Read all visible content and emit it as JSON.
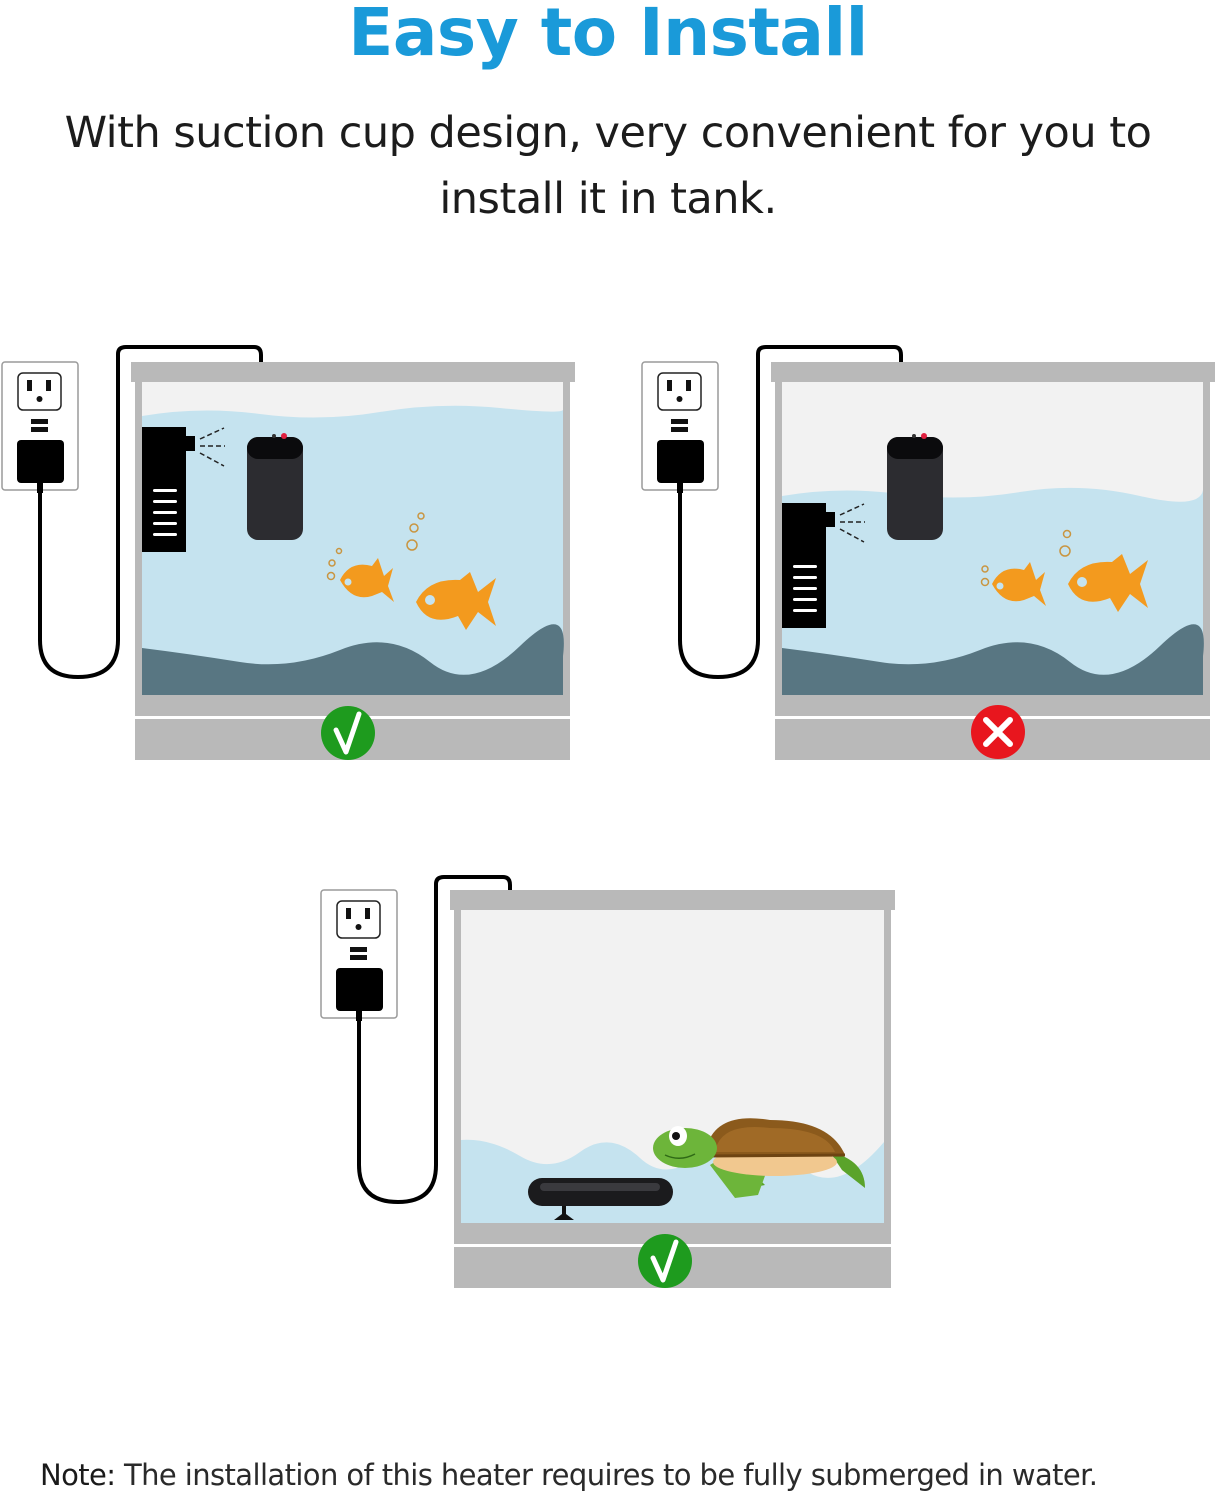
{
  "header": {
    "title": "Easy to Install",
    "subtitle": "With suction cup design, very convenient for you to install it in tank."
  },
  "colors": {
    "title_blue": "#1a9ad9",
    "water": "#c5e3ef",
    "gravel": "#587682",
    "tank_frame": "#b9b9b9",
    "fish": "#f39a1e",
    "check_green": "#1e9b1e",
    "cross_red": "#e8161e"
  },
  "scenes": [
    {
      "id": "fish-tank-correct",
      "heater": "fully submerged near top",
      "status": "correct",
      "status_icon": "check-mark"
    },
    {
      "id": "fish-tank-incorrect",
      "heater": "partly above water line",
      "status": "incorrect",
      "status_icon": "cross-mark"
    },
    {
      "id": "turtle-tank-correct",
      "heater": "horizontal at bottom with suction cup",
      "status": "correct",
      "status_icon": "check-mark"
    }
  ],
  "note": {
    "label": "Note:",
    "text": " The installation of this heater requires to be fully submerged in water."
  }
}
